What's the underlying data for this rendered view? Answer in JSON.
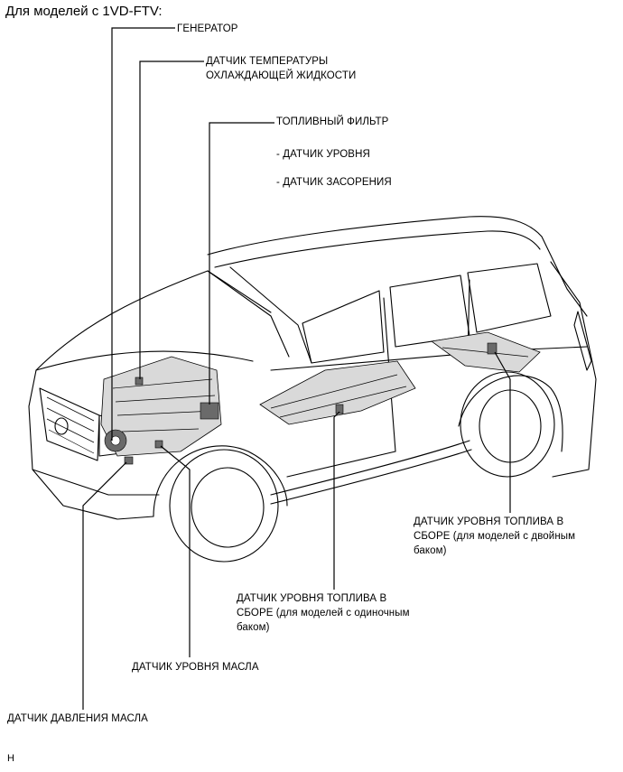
{
  "heading": "Для моделей с 1VD-FTV:",
  "labels": {
    "generator": "ГЕНЕРАТОР",
    "coolant_temp_l1": "ДАТЧИК ТЕМПЕРАТУРЫ",
    "coolant_temp_l2": "ОХЛАЖДАЮЩЕЙ ЖИДКОСТИ",
    "fuel_filter": "ТОПЛИВНЫЙ ФИЛЬТР",
    "level_sensor": "- ДАТЧИК УРОВНЯ",
    "clog_sensor": "- ДАТЧИК ЗАСОРЕНИЯ",
    "fuel_level_double_l1": "ДАТЧИК УРОВНЯ ТОПЛИВА В",
    "fuel_level_double_l2": "СБОРЕ (для моделей с двойным",
    "fuel_level_double_l3": "баком)",
    "fuel_level_single_l1": "ДАТЧИК УРОВНЯ ТОПЛИВА В",
    "fuel_level_single_l2": "СБОРЕ (для моделей с одиночным",
    "fuel_level_single_l3": "баком)",
    "oil_level": "ДАТЧИК УРОВНЯ МАСЛА",
    "oil_pressure": "ДАТЧИК ДАВЛЕНИЯ МАСЛА"
  },
  "code": "H"
}
